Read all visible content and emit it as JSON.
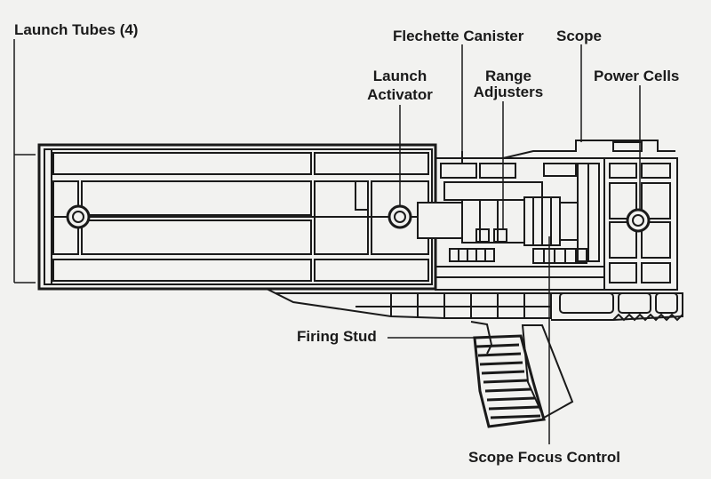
{
  "labels": {
    "launch_tubes": "Launch Tubes (4)",
    "flechette_canister": "Flechette Canister",
    "scope": "Scope",
    "launch_activator_line1": "Launch",
    "launch_activator_line2": "Activator",
    "range_adjusters_line1": "Range",
    "range_adjusters_line2": "Adjusters",
    "power_cells": "Power Cells",
    "firing_stud": "Firing Stud",
    "scope_focus_control": "Scope Focus Control"
  },
  "colors": {
    "background": "#f2f2f0",
    "ink": "#1a1a1a"
  }
}
